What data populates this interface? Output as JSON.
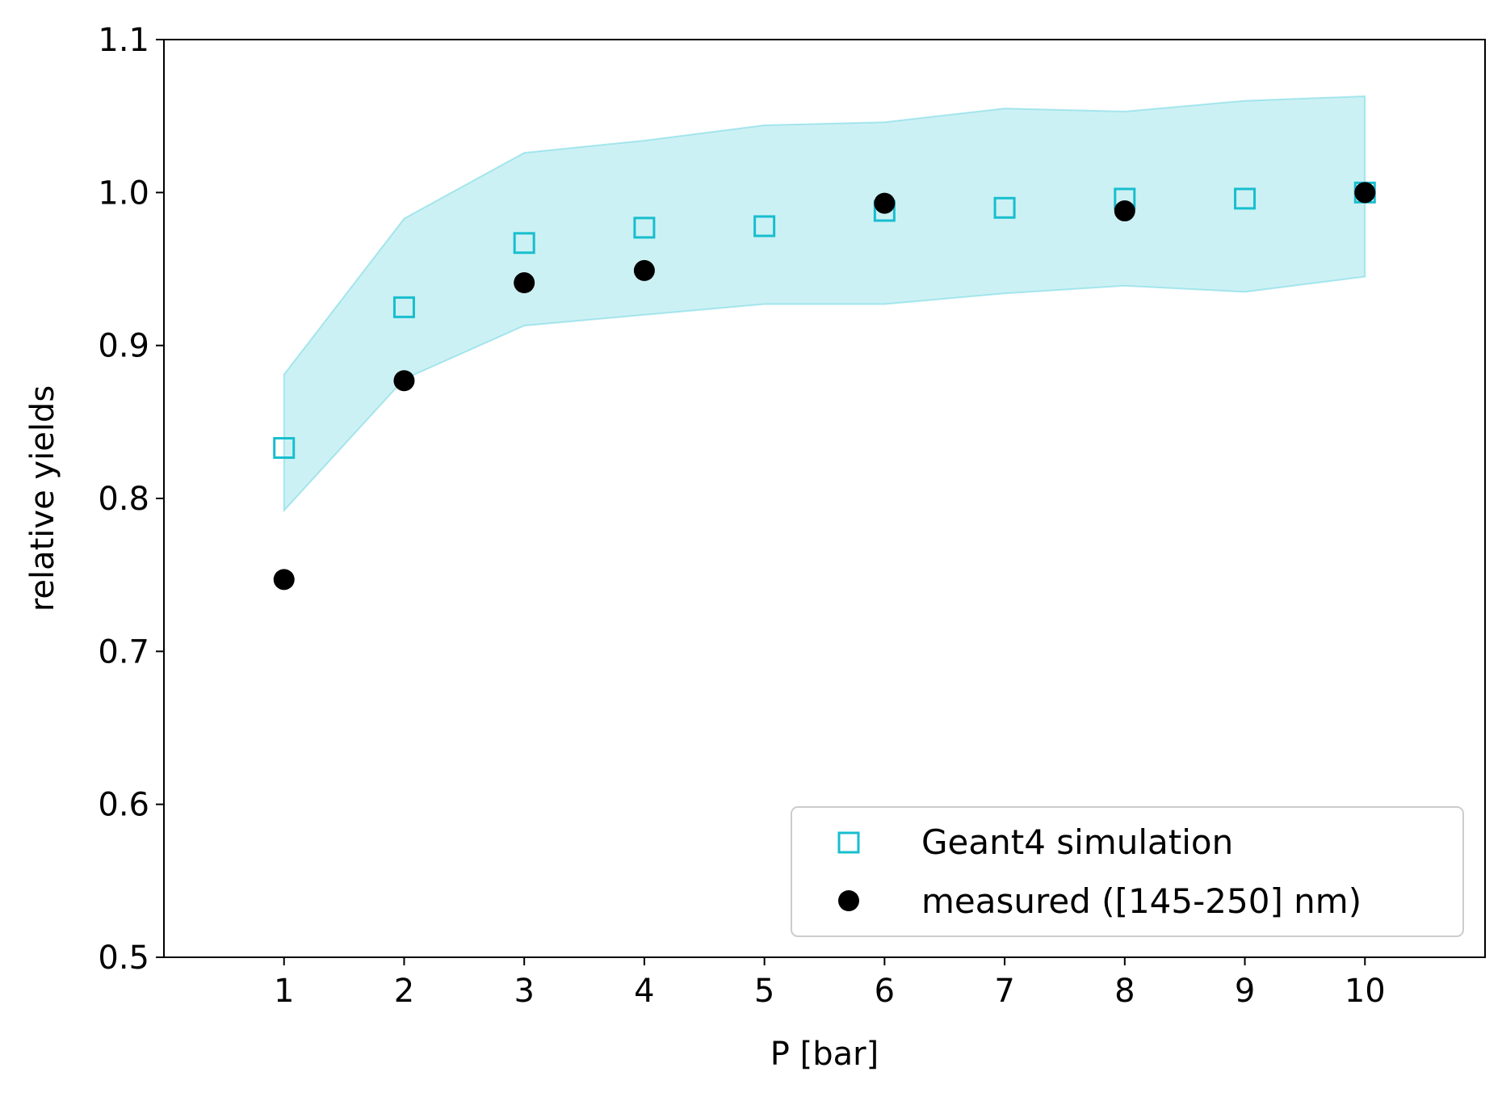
{
  "chart_data": {
    "type": "scatter",
    "xlabel": "P [bar]",
    "ylabel": "relative yields",
    "xlim": [
      0,
      11
    ],
    "ylim": [
      0.5,
      1.1
    ],
    "xticks": [
      1,
      2,
      3,
      4,
      5,
      6,
      7,
      8,
      9,
      10
    ],
    "xtick_labels": [
      "1",
      "2",
      "3",
      "4",
      "5",
      "6",
      "7",
      "8",
      "9",
      "10"
    ],
    "yticks": [
      0.5,
      0.6,
      0.7,
      0.8,
      0.9,
      1.0,
      1.1
    ],
    "ytick_labels": [
      "0.5",
      "0.6",
      "0.7",
      "0.8",
      "0.9",
      "1.0",
      "1.1"
    ],
    "grid": false,
    "legend_position": "lower right",
    "band": {
      "x": [
        1,
        2,
        3,
        4,
        5,
        6,
        7,
        8,
        9,
        10
      ],
      "lower": [
        0.792,
        0.878,
        0.913,
        0.92,
        0.927,
        0.927,
        0.934,
        0.939,
        0.935,
        0.945
      ],
      "upper": [
        0.881,
        0.983,
        1.026,
        1.034,
        1.044,
        1.046,
        1.055,
        1.053,
        1.06,
        1.063
      ],
      "color": "#17becf"
    },
    "series": [
      {
        "name": "Geant4 simulation",
        "marker": "open-square",
        "color": "#17becf",
        "x": [
          1,
          2,
          3,
          4,
          5,
          6,
          7,
          8,
          9,
          10
        ],
        "y": [
          0.833,
          0.925,
          0.967,
          0.977,
          0.978,
          0.988,
          0.99,
          0.996,
          0.996,
          1.0
        ]
      },
      {
        "name": "measured ([145-250] nm)",
        "marker": "filled-circle",
        "color": "#000000",
        "x": [
          1,
          2,
          3,
          4,
          6,
          8,
          10
        ],
        "y": [
          0.747,
          0.877,
          0.941,
          0.949,
          0.993,
          0.988,
          1.0
        ]
      }
    ]
  }
}
